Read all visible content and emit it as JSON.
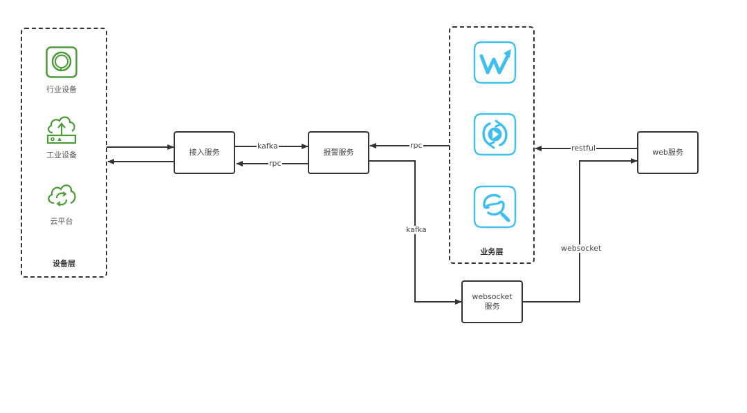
{
  "diagram": {
    "device_layer": {
      "title": "设备层",
      "items": [
        {
          "label": "行业设备",
          "icon": "industry-device-icon"
        },
        {
          "label": "工业设备",
          "icon": "cloud-upload-device-icon"
        },
        {
          "label": "云平台",
          "icon": "cloud-sync-icon"
        }
      ],
      "icon_color": "#4a9a36"
    },
    "business_layer": {
      "title": "业务层",
      "items": [
        {
          "icon": "w-trend-app-icon"
        },
        {
          "icon": "play-refresh-app-icon"
        },
        {
          "icon": "search-app-icon"
        }
      ],
      "icon_color": "#3fbfef"
    },
    "nodes": {
      "access": "接入服务",
      "alarm": "报警服务",
      "web": "web服务",
      "websocket_line1": "websocket",
      "websocket_line2": "服务"
    },
    "edges": {
      "access_to_alarm": "kafka",
      "alarm_to_access": "rpc",
      "business_to_alarm": "rpc",
      "alarm_to_websocket": "kafka",
      "web_to_business": "restful",
      "websocket_to_web": "websocket"
    },
    "colors": {
      "line": "#333333",
      "text": "#444444"
    }
  }
}
